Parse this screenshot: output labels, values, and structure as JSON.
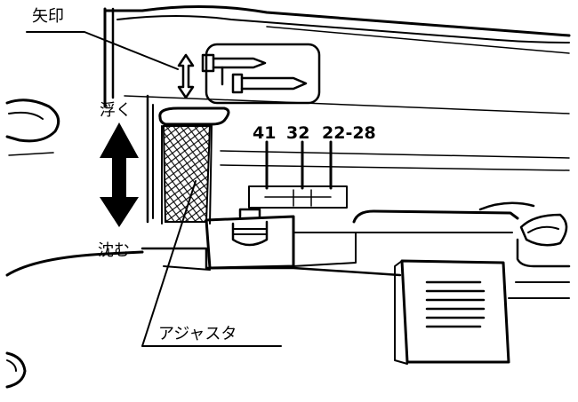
{
  "labels": {
    "arrow": "矢印",
    "float": "浮く",
    "sink": "沈む",
    "adjuster": "アジャスタ",
    "numbers": [
      "41",
      "32",
      "22-28"
    ]
  }
}
